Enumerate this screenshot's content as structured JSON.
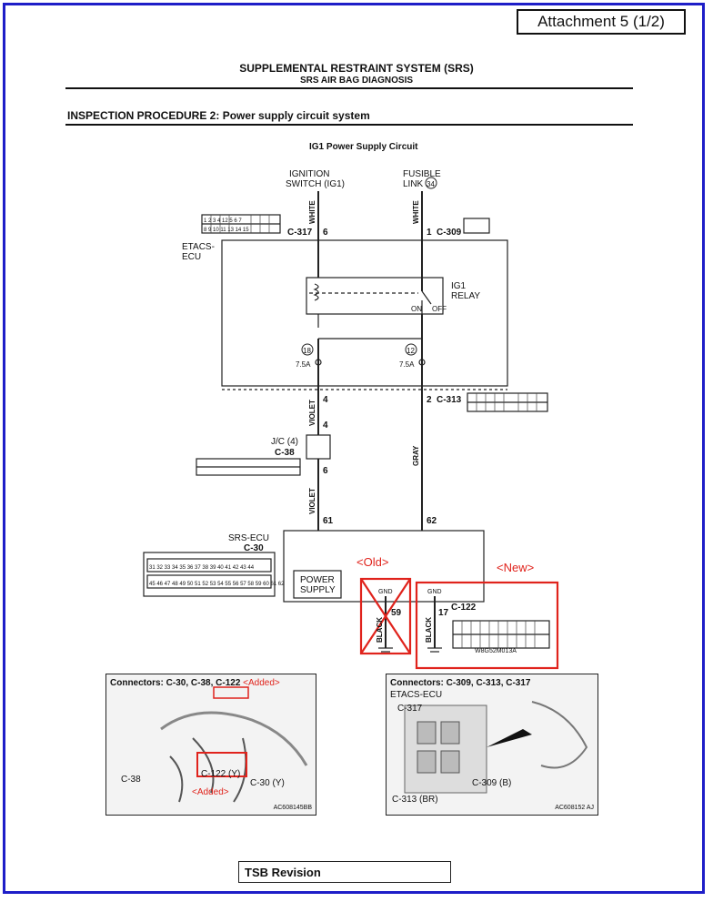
{
  "attachment": "Attachment 5 (1/2)",
  "header": {
    "title": "SUPPLEMENTAL RESTRAINT SYSTEM (SRS)",
    "subtitle": "SRS AIR BAG DIAGNOSIS"
  },
  "procedure": "INSPECTION PROCEDURE 2: Power supply circuit system",
  "circuit": {
    "title": "IG1 Power Supply Circuit",
    "ignition_l1": "IGNITION",
    "ignition_l2": "SWITCH (IG1)",
    "fusible_l1": "FUSIBLE",
    "fusible_l2": "LINK",
    "fusible_num": "34",
    "etacs_l1": "ETACS-",
    "etacs_l2": "ECU",
    "c317": "C-317",
    "c309": "C-309",
    "c313": "C-313",
    "c38": "C-38",
    "c30": "C-30",
    "c122": "C-122",
    "pin6": "6",
    "pin1": "1",
    "pin4": "4",
    "pin2": "2",
    "pin4b": "4",
    "pin6b": "6",
    "pin61": "61",
    "pin62": "62",
    "pin59": "59",
    "pin17": "17",
    "wire_white": "WHITE",
    "wire_violet": "VIOLET",
    "wire_gray": "GRAY",
    "wire_black": "BLACK",
    "relay_l1": "IG1",
    "relay_l2": "RELAY",
    "on": "ON",
    "off": "OFF",
    "fuse18": "18",
    "fuse12": "12",
    "fuse_rating": "7.5A",
    "jc_l1": "J/C (4)",
    "srs_l1": "SRS-ECU",
    "power_l1": "POWER",
    "power_l2": "SUPPLY",
    "gnd": "GND",
    "old_tag": "<Old>",
    "new_tag": "<New>",
    "code": "W8G52M013A",
    "conn_317_left": "1 2 3 4 12 5 6 7",
    "conn_317_right": "8 9 10 11 13 14 15",
    "conn_30_row1": "31 32 33 34 35 36 37 38 39 40 41 42 43 44",
    "conn_30_row2": "45 46 47 48 49 50 51 52 53 54 55 56 57 58 59 60 61 62"
  },
  "photo_left": {
    "title": "Connectors: C-30, C-38, ",
    "title_hl": "C-122",
    "added_tag": "<Added>",
    "label_c38": "C-38",
    "label_c122": "C-122 (Y)",
    "label_c30": "C-30 (Y)",
    "added_bottom": "<Added>",
    "code": "AC608145BB"
  },
  "photo_right": {
    "title": "Connectors: C-309, C-313, C-317",
    "subtitle": "ETACS-ECU",
    "label_c317": "C-317",
    "label_c309": "C-309 (B)",
    "label_c313": "C-313 (BR)",
    "code": "AC608152 AJ"
  },
  "footer": {
    "tsb": "TSB Revision"
  },
  "colors": {
    "border": "#1e1ec8",
    "annotation": "#e0231c"
  }
}
